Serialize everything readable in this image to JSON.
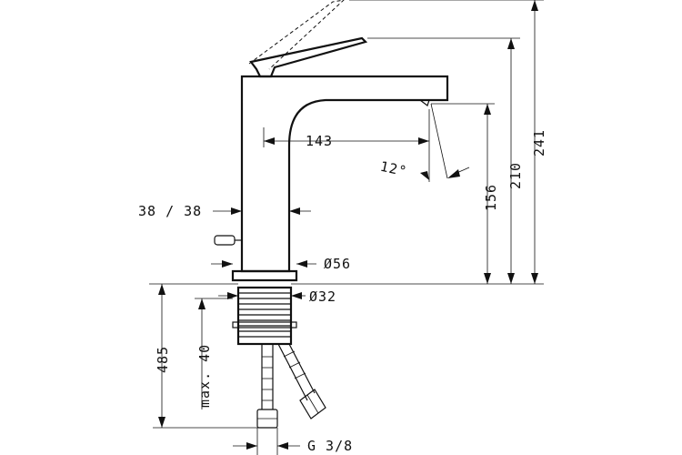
{
  "dimensions": {
    "spout_reach": "143",
    "spout_angle": "12°",
    "spout_height": "156",
    "lever_height": "210",
    "total_height": "241",
    "body_width": "38 / 38",
    "base_diameter": "Ø56",
    "shank_diameter": "Ø32",
    "hose_length": "485",
    "max_thickness": "max. 40",
    "connection_thread": "G 3/8"
  }
}
